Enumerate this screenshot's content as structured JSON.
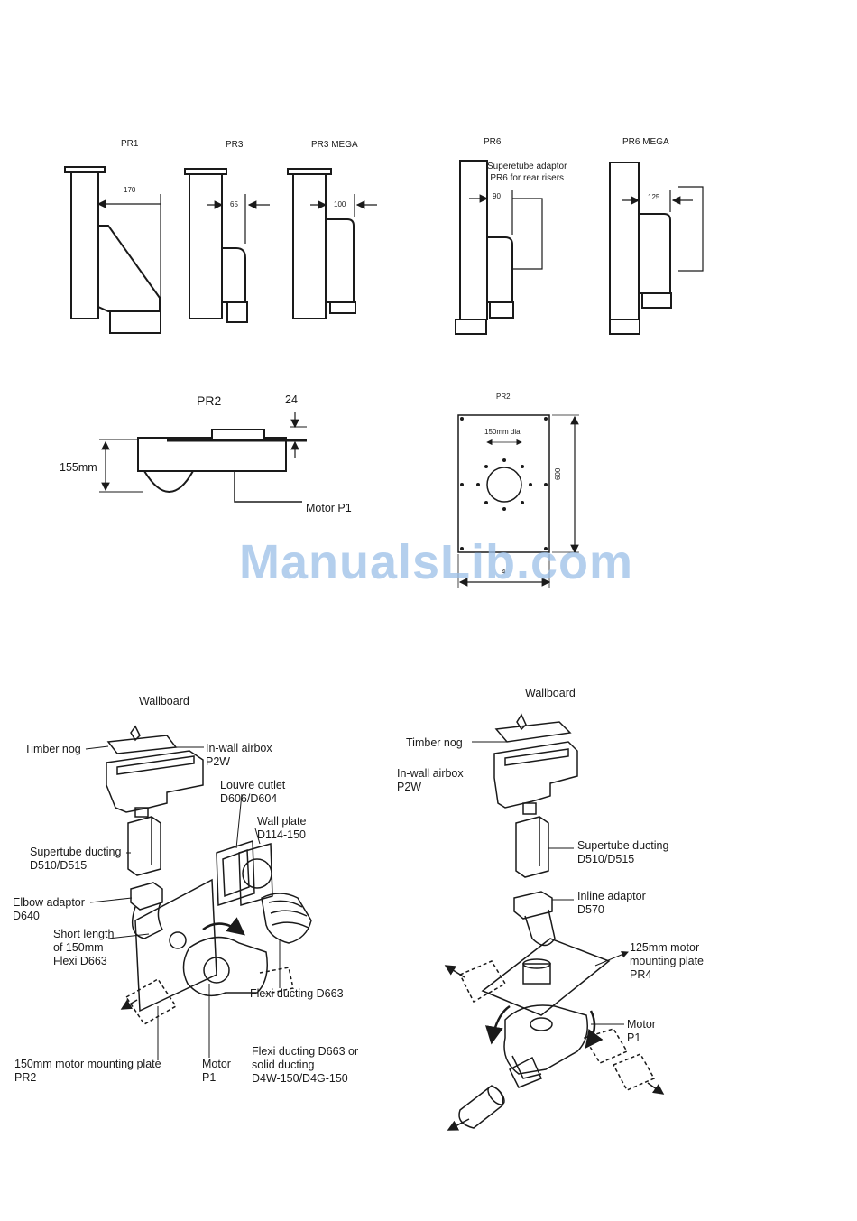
{
  "top_labels": {
    "pr1": "PR1",
    "pr3": "PR3",
    "pr3_mega": "PR3 MEGA",
    "pr6": "PR6",
    "pr6_mega": "PR6 MEGA"
  },
  "top_dims": {
    "pr1": "170",
    "pr3": "65",
    "pr3_mega": "100",
    "pr6": "90",
    "pr6_mega": "125"
  },
  "pr6_note": "Superetube adaptor\nPR6 for rear risers",
  "pr2_side": {
    "title": "PR2",
    "height_dim": "155mm",
    "top_dim": "24",
    "motor_label": "Motor P1"
  },
  "pr2_plate": {
    "title": "PR2",
    "hole_label": "150mm dia",
    "height_dim": "600",
    "width_dim": "4"
  },
  "watermark": "ManualsLib.com",
  "left_install": {
    "wallboard": "Wallboard",
    "timber_nog": "Timber nog",
    "airbox": "In-wall airbox\nP2W",
    "louvre": "Louvre outlet\nD606/D604",
    "wall_plate": "Wall plate\nD114-150",
    "supertube": "Supertube ducting\nD510/D515",
    "elbow": "Elbow adaptor\nD640",
    "short_length": "Short length\nof 150mm\nFlexi D663",
    "flexi": "Flexi ducting D663",
    "mounting_plate": "150mm motor mounting plate\nPR2",
    "motor": "Motor\nP1",
    "flexi_solid": "Flexi ducting D663 or\nsolid ducting\nD4W-150/D4G-150"
  },
  "right_install": {
    "wallboard": "Wallboard",
    "timber_nog": "Timber nog",
    "airbox": "In-wall airbox\nP2W",
    "supertube": "Supertube ducting\nD510/D515",
    "inline": "Inline adaptor\nD570",
    "mounting_plate": "125mm motor\nmounting plate\nPR4",
    "motor": "Motor\nP1"
  }
}
